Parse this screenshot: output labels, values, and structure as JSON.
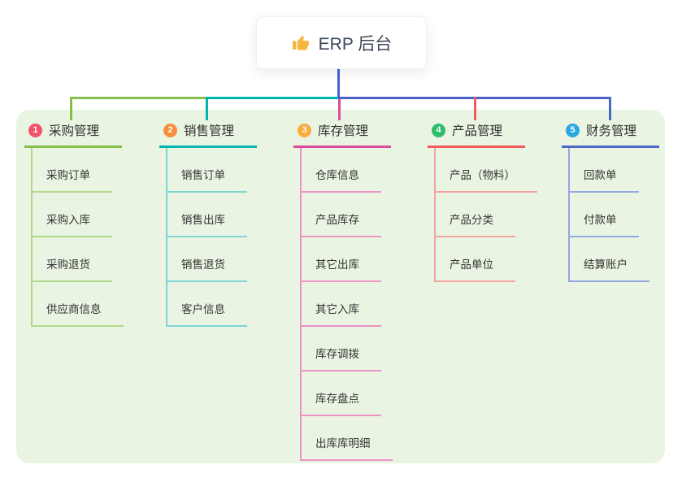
{
  "root": {
    "title": "ERP 后台",
    "icon": "thumbs-up-icon",
    "icon_color": "#f6b73c",
    "connector_color": "#4a5fc9"
  },
  "branches": [
    {
      "badge": "1",
      "label": "采购管理",
      "badge_color": "#f4516c",
      "line_color": "#84bf4b",
      "child_line_color": "#b3d88c",
      "children": [
        "采购订单",
        "采购入库",
        "采购退货",
        "供应商信息"
      ]
    },
    {
      "badge": "2",
      "label": "销售管理",
      "badge_color": "#f88c3d",
      "line_color": "#00b5b0",
      "child_line_color": "#7fd5d1",
      "children": [
        "销售订单",
        "销售出库",
        "销售退货",
        "客户信息"
      ]
    },
    {
      "badge": "3",
      "label": "库存管理",
      "badge_color": "#f8ad3d",
      "line_color": "#dc4a9d",
      "child_line_color": "#ef92c5",
      "children": [
        "仓库信息",
        "产品库存",
        "其它出库",
        "其它入库",
        "库存调拨",
        "库存盘点",
        "出库库明细"
      ]
    },
    {
      "badge": "4",
      "label": "产品管理",
      "badge_color": "#2ebd6b",
      "line_color": "#f25b5b",
      "child_line_color": "#f7a2a2",
      "children": [
        "产品（物料）",
        "产品分类",
        "产品单位"
      ]
    },
    {
      "badge": "5",
      "label": "财务管理",
      "badge_color": "#2aa8e0",
      "line_color": "#4a68c8",
      "child_line_color": "#93a6e3",
      "children": [
        "回款单",
        "付款单",
        "结算账户"
      ]
    }
  ],
  "panel_color": "#e9f5e2"
}
